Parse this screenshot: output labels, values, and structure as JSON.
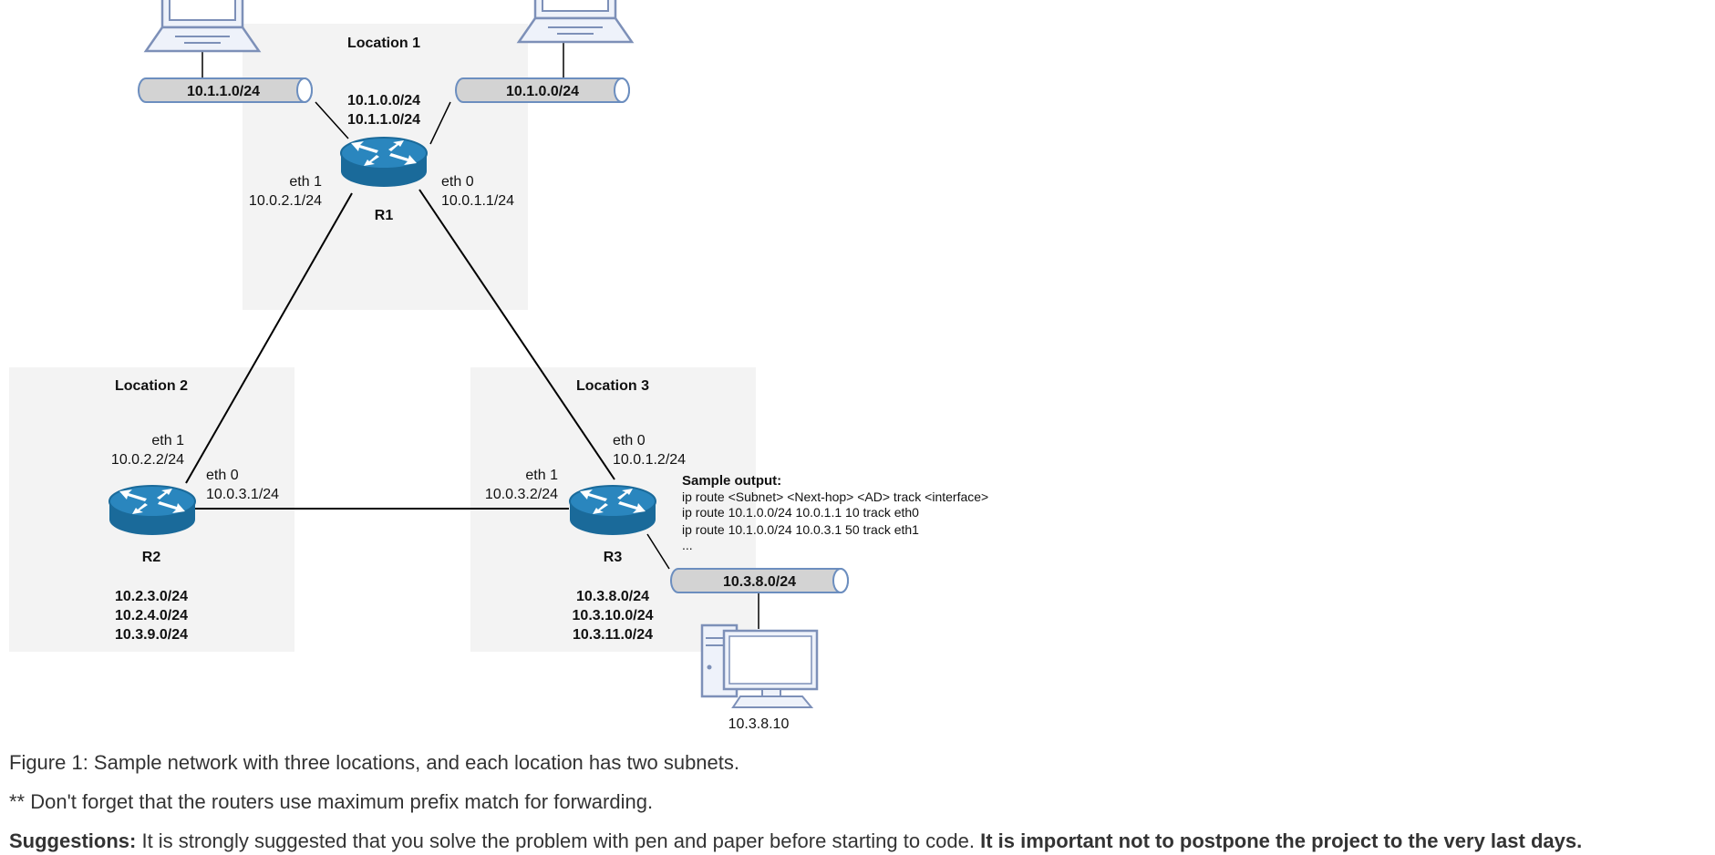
{
  "locations": [
    {
      "title": "Location 1"
    },
    {
      "title": "Location 2"
    },
    {
      "title": "Location 3"
    }
  ],
  "routers": {
    "r1": {
      "name": "R1",
      "subnets": [
        "10.1.0.0/24",
        "10.1.1.0/24"
      ],
      "eth1": {
        "name": "eth 1",
        "ip": "10.0.2.1/24"
      },
      "eth0": {
        "name": "eth 0",
        "ip": "10.0.1.1/24"
      }
    },
    "r2": {
      "name": "R2",
      "subnets": [
        "10.2.3.0/24",
        "10.2.4.0/24",
        "10.3.9.0/24"
      ],
      "eth1": {
        "name": "eth 1",
        "ip": "10.0.2.2/24"
      },
      "eth0": {
        "name": "eth 0",
        "ip": "10.0.3.1/24"
      }
    },
    "r3": {
      "name": "R3",
      "subnets": [
        "10.3.8.0/24",
        "10.3.10.0/24",
        "10.3.11.0/24"
      ],
      "eth0": {
        "name": "eth 0",
        "ip": "10.0.1.2/24"
      },
      "eth1": {
        "name": "eth 1",
        "ip": "10.0.3.2/24"
      }
    }
  },
  "networks": {
    "net_left": "10.1.1.0/24",
    "net_right": "10.1.0.0/24",
    "net_r3": "10.3.8.0/24"
  },
  "host": {
    "ip": "10.3.8.10"
  },
  "sample_output": {
    "title": "Sample output:",
    "lines": [
      "ip route <Subnet> <Next-hop> <AD> track <interface>",
      "ip route 10.1.0.0/24 10.0.1.1 10 track eth0",
      "ip route 10.1.0.0/24 10.0.3.1 50 track eth1",
      "..."
    ]
  },
  "text": {
    "figure_caption": "Figure 1: Sample network with three locations, and each location has two subnets.",
    "note": "** Don't forget that the routers use maximum prefix match for forwarding.",
    "suggestions_label": "Suggestions:",
    "suggestions_text": " It is strongly suggested that you solve the problem with pen and paper before starting to code. ",
    "suggestions_emphasis": "It is important not to postpone the project to the very last days."
  },
  "colors": {
    "location_bg": "#f3f3f3",
    "router_fill": "#1a6a9a",
    "router_top": "#2a86be",
    "network_fill": "#d3d3d3",
    "network_stroke": "#6c8ebf",
    "device_stroke": "#7d90b8",
    "device_fill": "#eef2fa"
  }
}
